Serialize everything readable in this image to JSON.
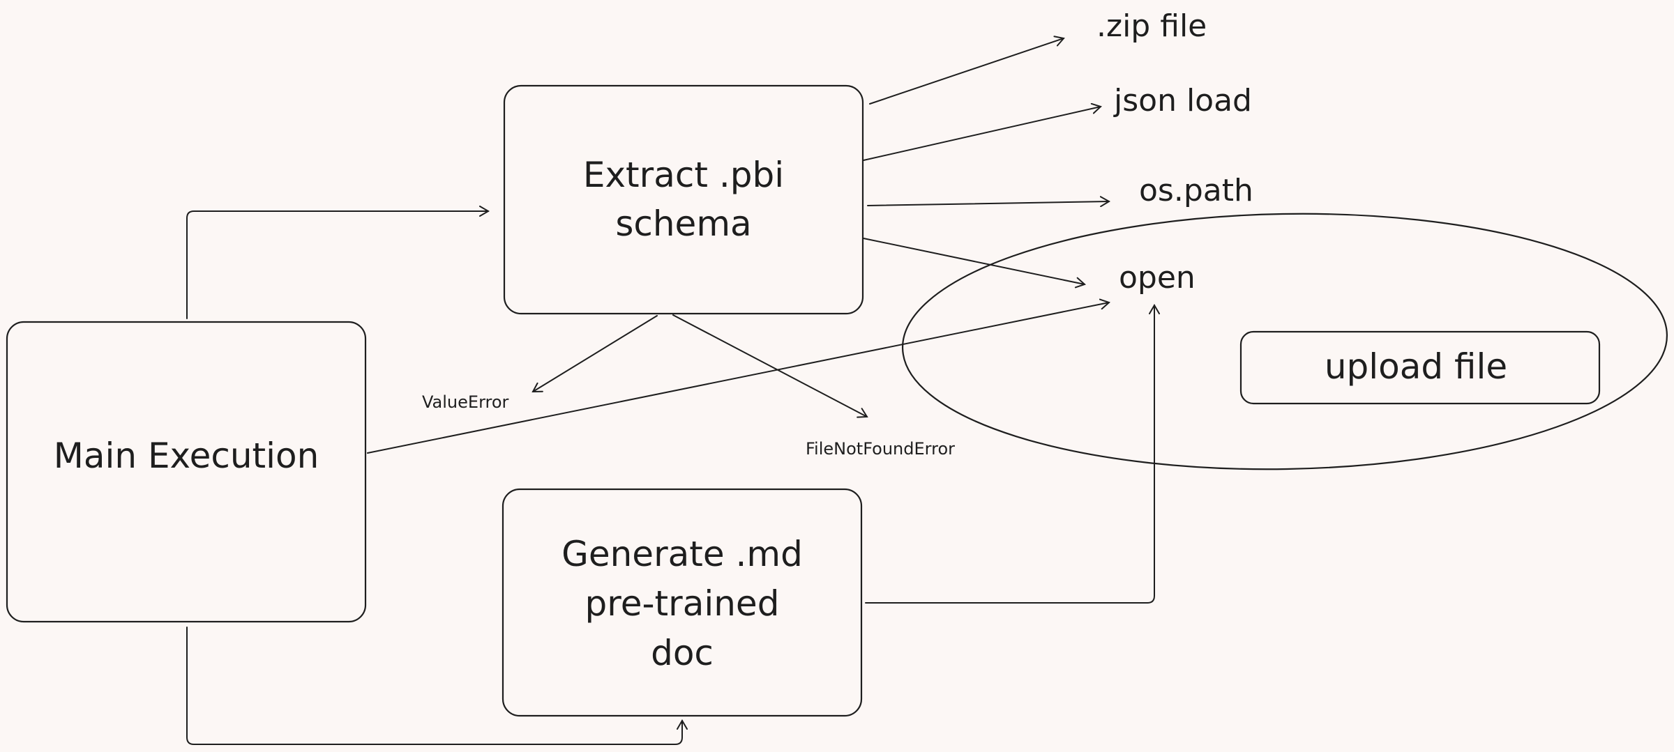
{
  "colors": {
    "background": "#fcf7f5",
    "ink": "#1e1e1e"
  },
  "nodes": {
    "main_execution": "Main Execution",
    "extract_line1": "Extract .pbi",
    "extract_line2": "schema",
    "generate_line1": "Generate .md",
    "generate_line2": "pre-trained",
    "generate_line3": "doc",
    "upload_file": "upload file"
  },
  "labels": {
    "zip_file": ".zip file",
    "json_load": "json load",
    "os_path": "os.path",
    "open": "open",
    "value_error": "ValueError",
    "file_not_found_error": "FileNotFoundError"
  }
}
